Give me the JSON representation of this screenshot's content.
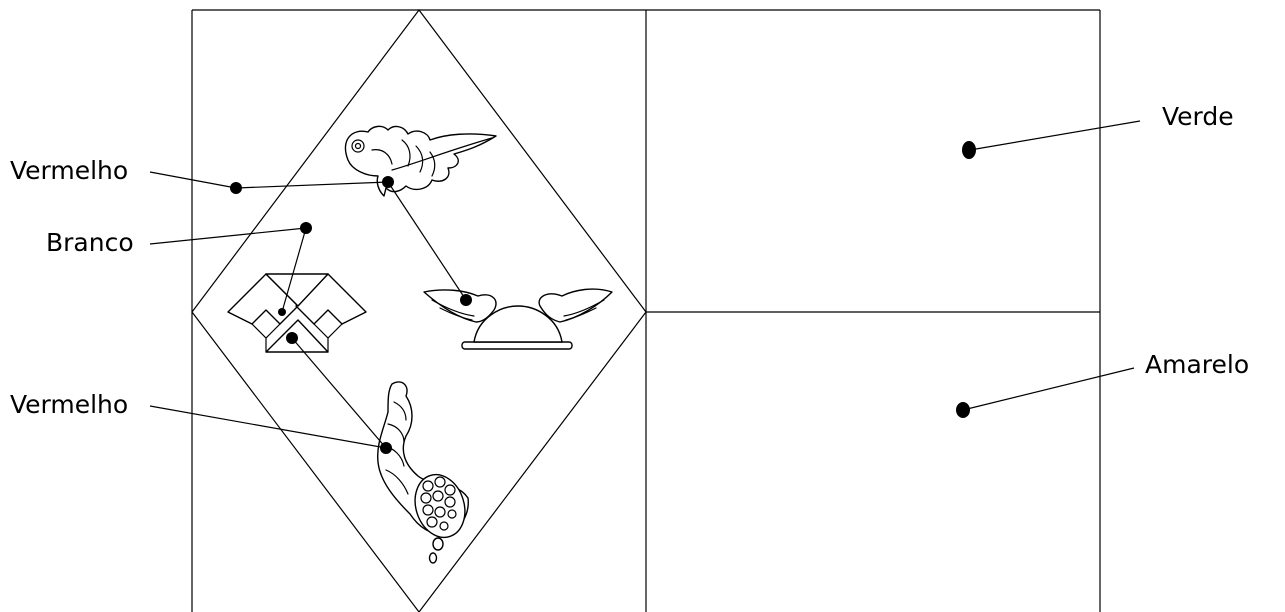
{
  "labels": {
    "vermelho_top": "Vermelho",
    "branco": "Branco",
    "vermelho_bottom": "Vermelho",
    "verde": "Verde",
    "amarelo": "Amarelo"
  }
}
